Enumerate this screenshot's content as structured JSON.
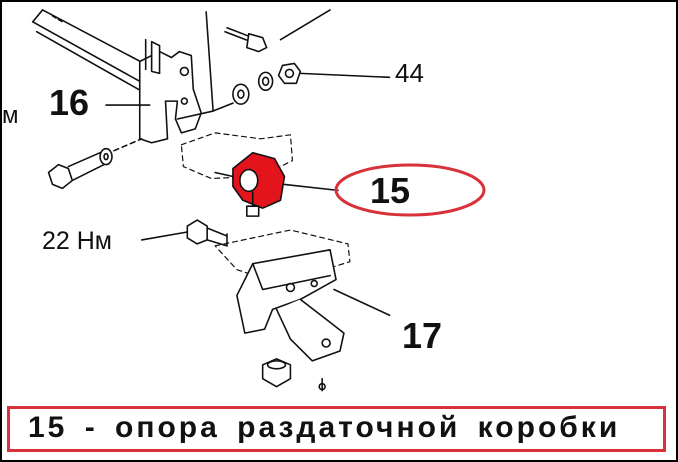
{
  "labels": {
    "part_16": "16",
    "part_44": "44",
    "part_15": "15",
    "torque_22": "22 Нм",
    "part_17": "17",
    "cut_m": "м"
  },
  "caption": "15 - опора раздаточной коробки",
  "colors": {
    "highlight": "#d9313a",
    "mount_part": "#e3141c",
    "line": "#111111"
  }
}
